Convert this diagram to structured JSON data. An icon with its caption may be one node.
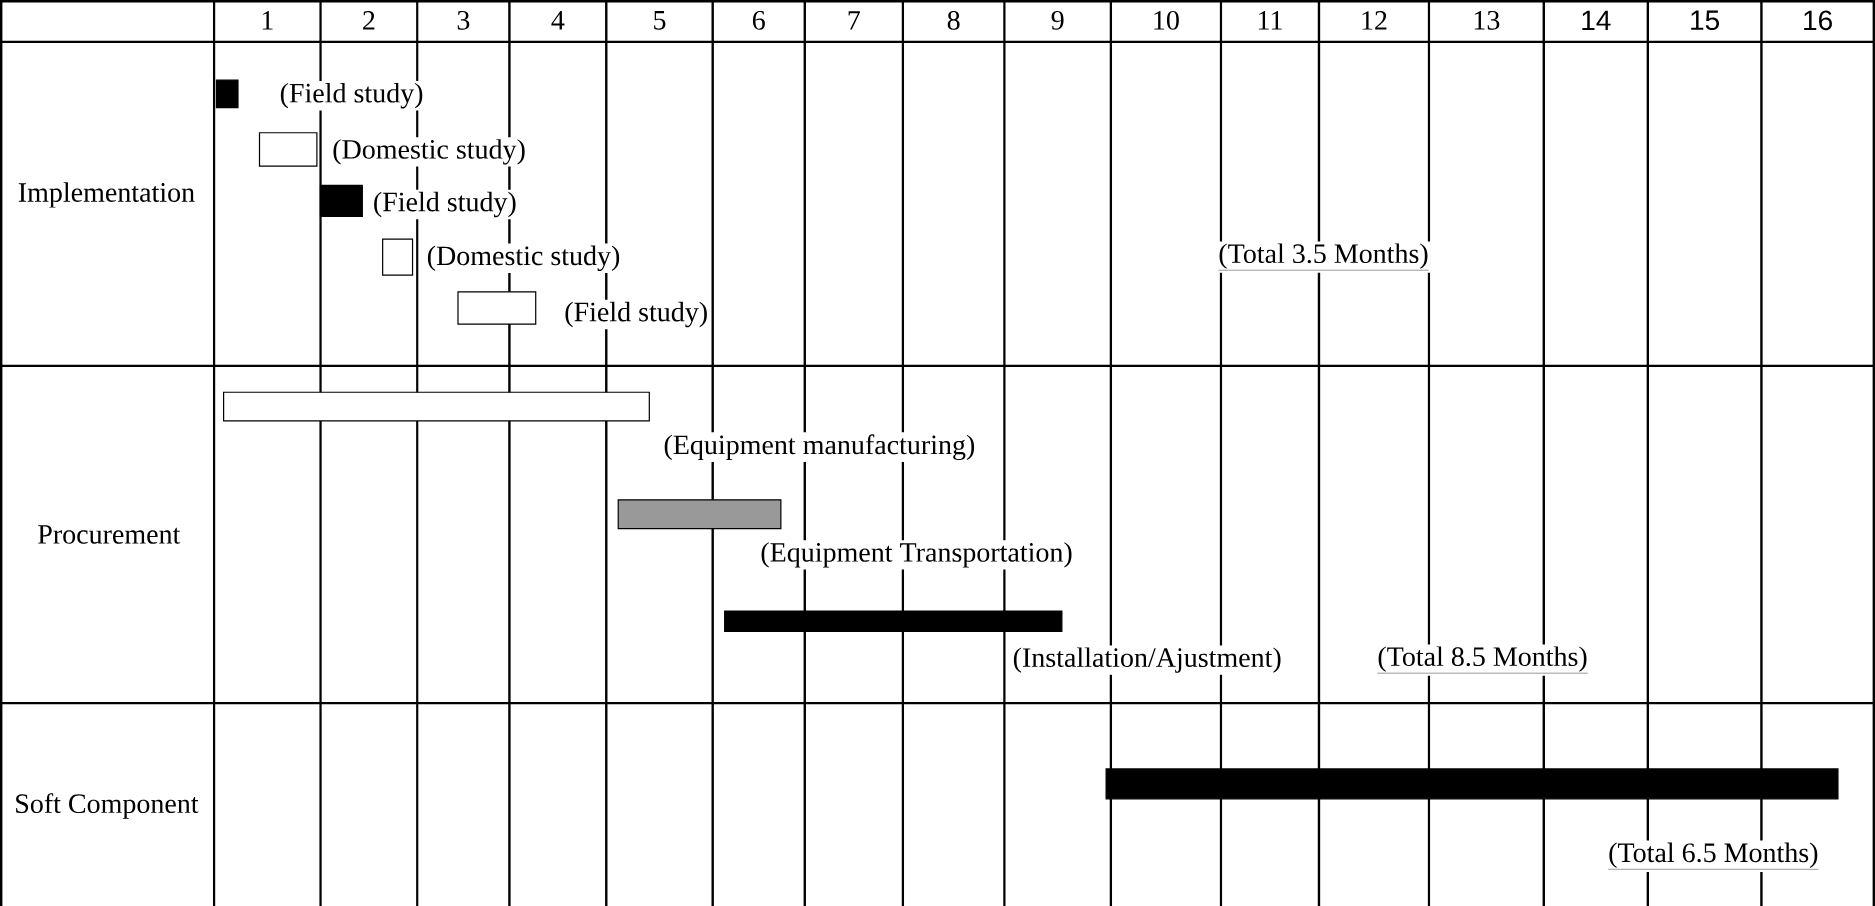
{
  "diagram": {
    "nodes": [
      {
        "text": [],
        "shape": "bar"
      },
      {
        "text": [],
        "shape": "bar",
        "beside": [
          "(Domestic study)"
        ]
      },
      {
        "text": [],
        "shape": "bar",
        "beside": [
          "(Field study)"
        ]
      },
      {
        "text": [],
        "shape": "bar",
        "beside": [
          "(Domestic study)"
        ]
      },
      {
        "text": [],
        "shape": "bar",
        "beside": [
          "(Field study)"
        ]
      },
      {
        "text": [],
        "shape": "bar",
        "beside": [
          "(Equipment manufacturing)"
        ]
      },
      {
        "text": [],
        "shape": "bar",
        "beside": [
          "(Equipment Transportation)"
        ]
      },
      {
        "text": [],
        "shape": "bar",
        "beside": [
          "(Installation/Ajustment)"
        ]
      },
      {
        "text": [],
        "shape": "bar"
      }
    ],
    "labels": [
      "1",
      "2",
      "3",
      "4",
      "5",
      "6",
      "7",
      "8",
      "9",
      "10",
      "11",
      "12",
      "13",
      "14",
      "15",
      "16",
      "(Field study)",
      "Implementation",
      "(Total 3.5 Months)",
      "Procurement",
      "(Total 8.5 Months)",
      "Soft Component",
      "(Total 6.5 Months)"
    ]
  }
}
